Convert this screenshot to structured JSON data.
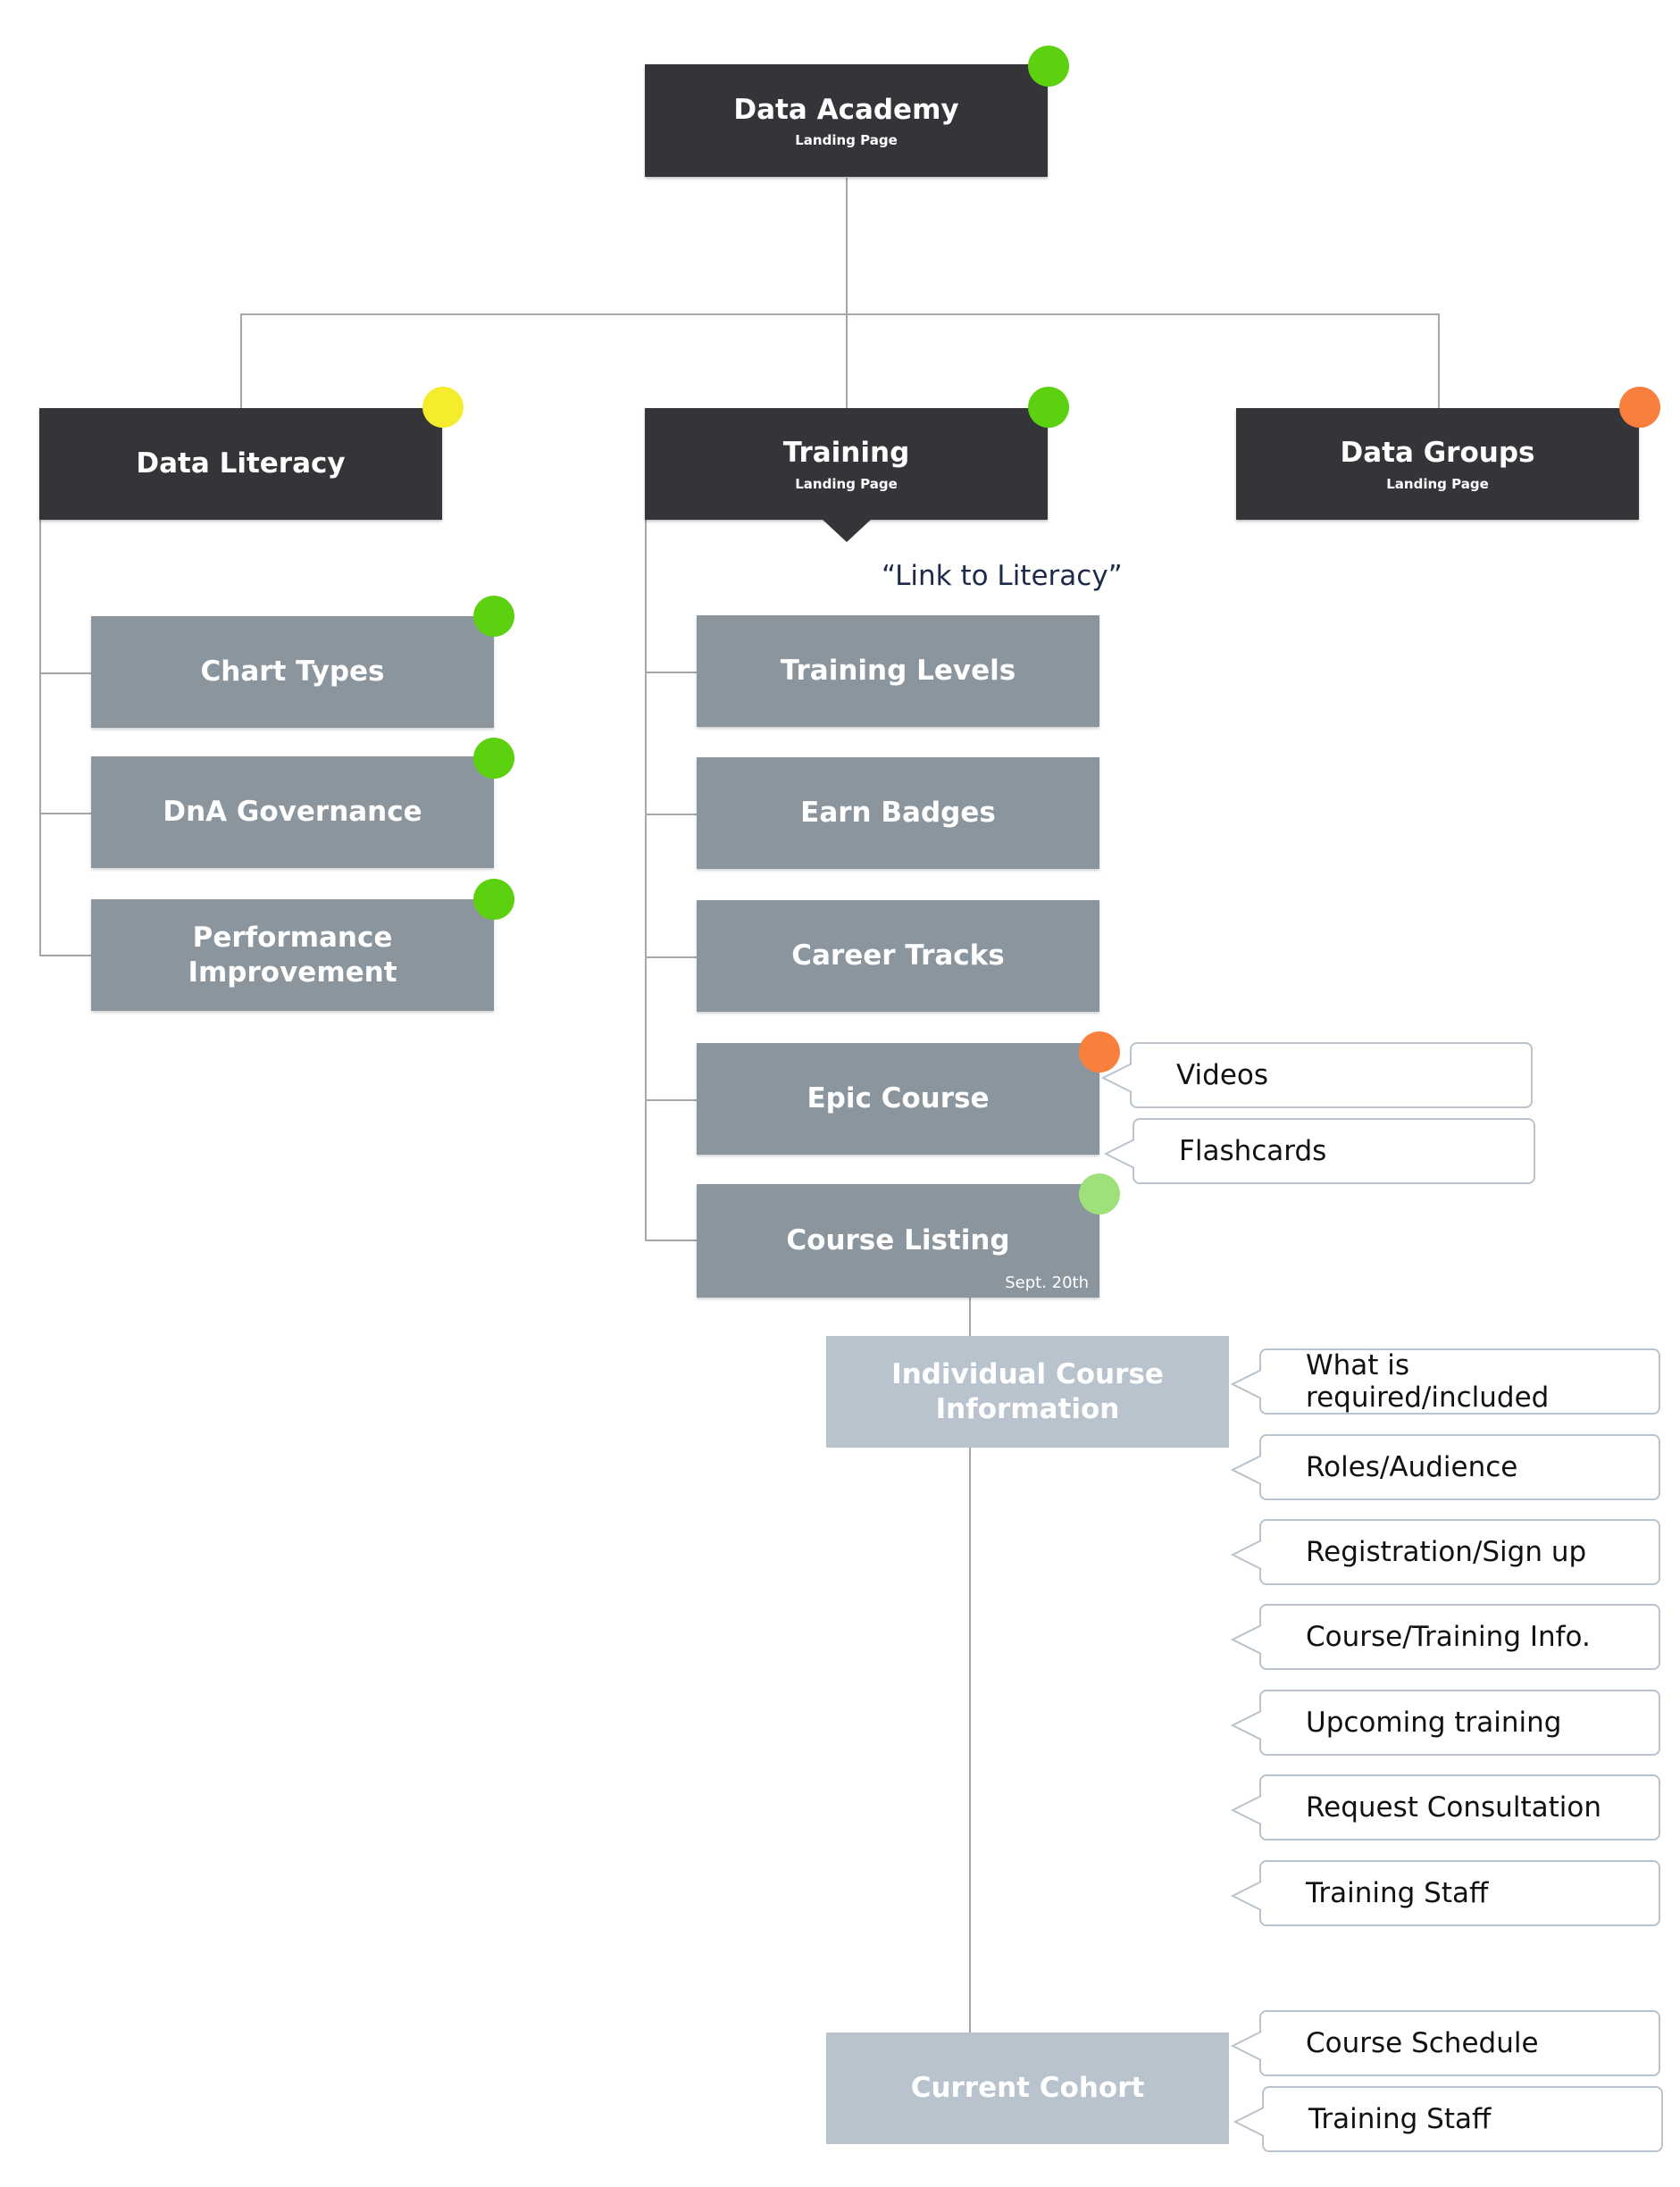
{
  "colors": {
    "status_green": "#5cd10f",
    "status_yellow": "#f4ec2c",
    "status_orange": "#f97f3c",
    "status_light_green": "#9ee07a",
    "dark_box": "#333538",
    "mid_box": "#8a959e",
    "light_box": "#b9c3cd",
    "connector": "#a6a6a6"
  },
  "root": {
    "title": "Data Academy",
    "subtitle": "Landing Page",
    "status": "green"
  },
  "sections": {
    "data_literacy": {
      "title": "Data Literacy",
      "status": "yellow",
      "items": [
        {
          "label": "Chart Types",
          "status": "green"
        },
        {
          "label": "DnA Governance",
          "status": "green"
        },
        {
          "label": "Performance Improvement",
          "status": "green"
        }
      ]
    },
    "training": {
      "title": "Training",
      "subtitle": "Landing Page",
      "status": "green",
      "note": "“Link to Literacy”",
      "items": [
        {
          "label": "Training Levels"
        },
        {
          "label": "Earn Badges"
        },
        {
          "label": "Career Tracks"
        },
        {
          "label": "Epic Course",
          "status": "orange"
        },
        {
          "label": "Course Listing",
          "status": "light-green",
          "date": "Sept. 20th"
        }
      ],
      "epic_course_callouts": [
        "Videos",
        "Flashcards"
      ]
    },
    "data_groups": {
      "title": "Data Groups",
      "subtitle": "Landing Page",
      "status": "orange"
    }
  },
  "course_info": {
    "title": "Individual Course Information",
    "callouts": [
      "What is required/included",
      "Roles/Audience",
      "Registration/Sign up",
      "Course/Training Info.",
      "Upcoming training",
      "Request Consultation",
      "Training Staff"
    ]
  },
  "current_cohort": {
    "title": "Current Cohort",
    "callouts": [
      "Course Schedule",
      "Training Staff"
    ]
  }
}
